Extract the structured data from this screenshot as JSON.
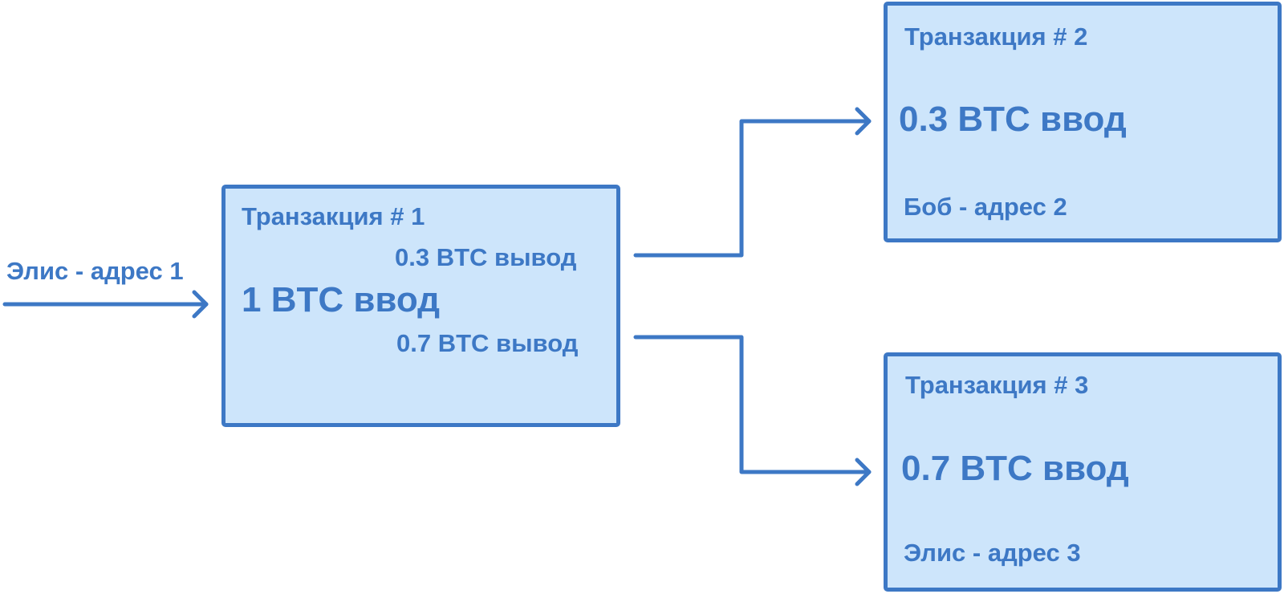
{
  "diagram": {
    "input_label": "Элис - адрес 1",
    "transaction1": {
      "title": "Транзакция # 1",
      "input": "1 BTC ввод",
      "output_a": "0.3 BTC вывод",
      "output_b": "0.7 BTC вывод"
    },
    "transaction2": {
      "title": "Транзакция # 2",
      "input": "0.3 BTC ввод",
      "owner": "Боб - адрес 2"
    },
    "transaction3": {
      "title": "Транзакция # 3",
      "input": "0.7 BTC ввод",
      "owner": "Элис - адрес 3"
    },
    "colors": {
      "stroke": "#3d78c5",
      "fill": "#cde5fb",
      "text": "#3d78c5"
    }
  }
}
